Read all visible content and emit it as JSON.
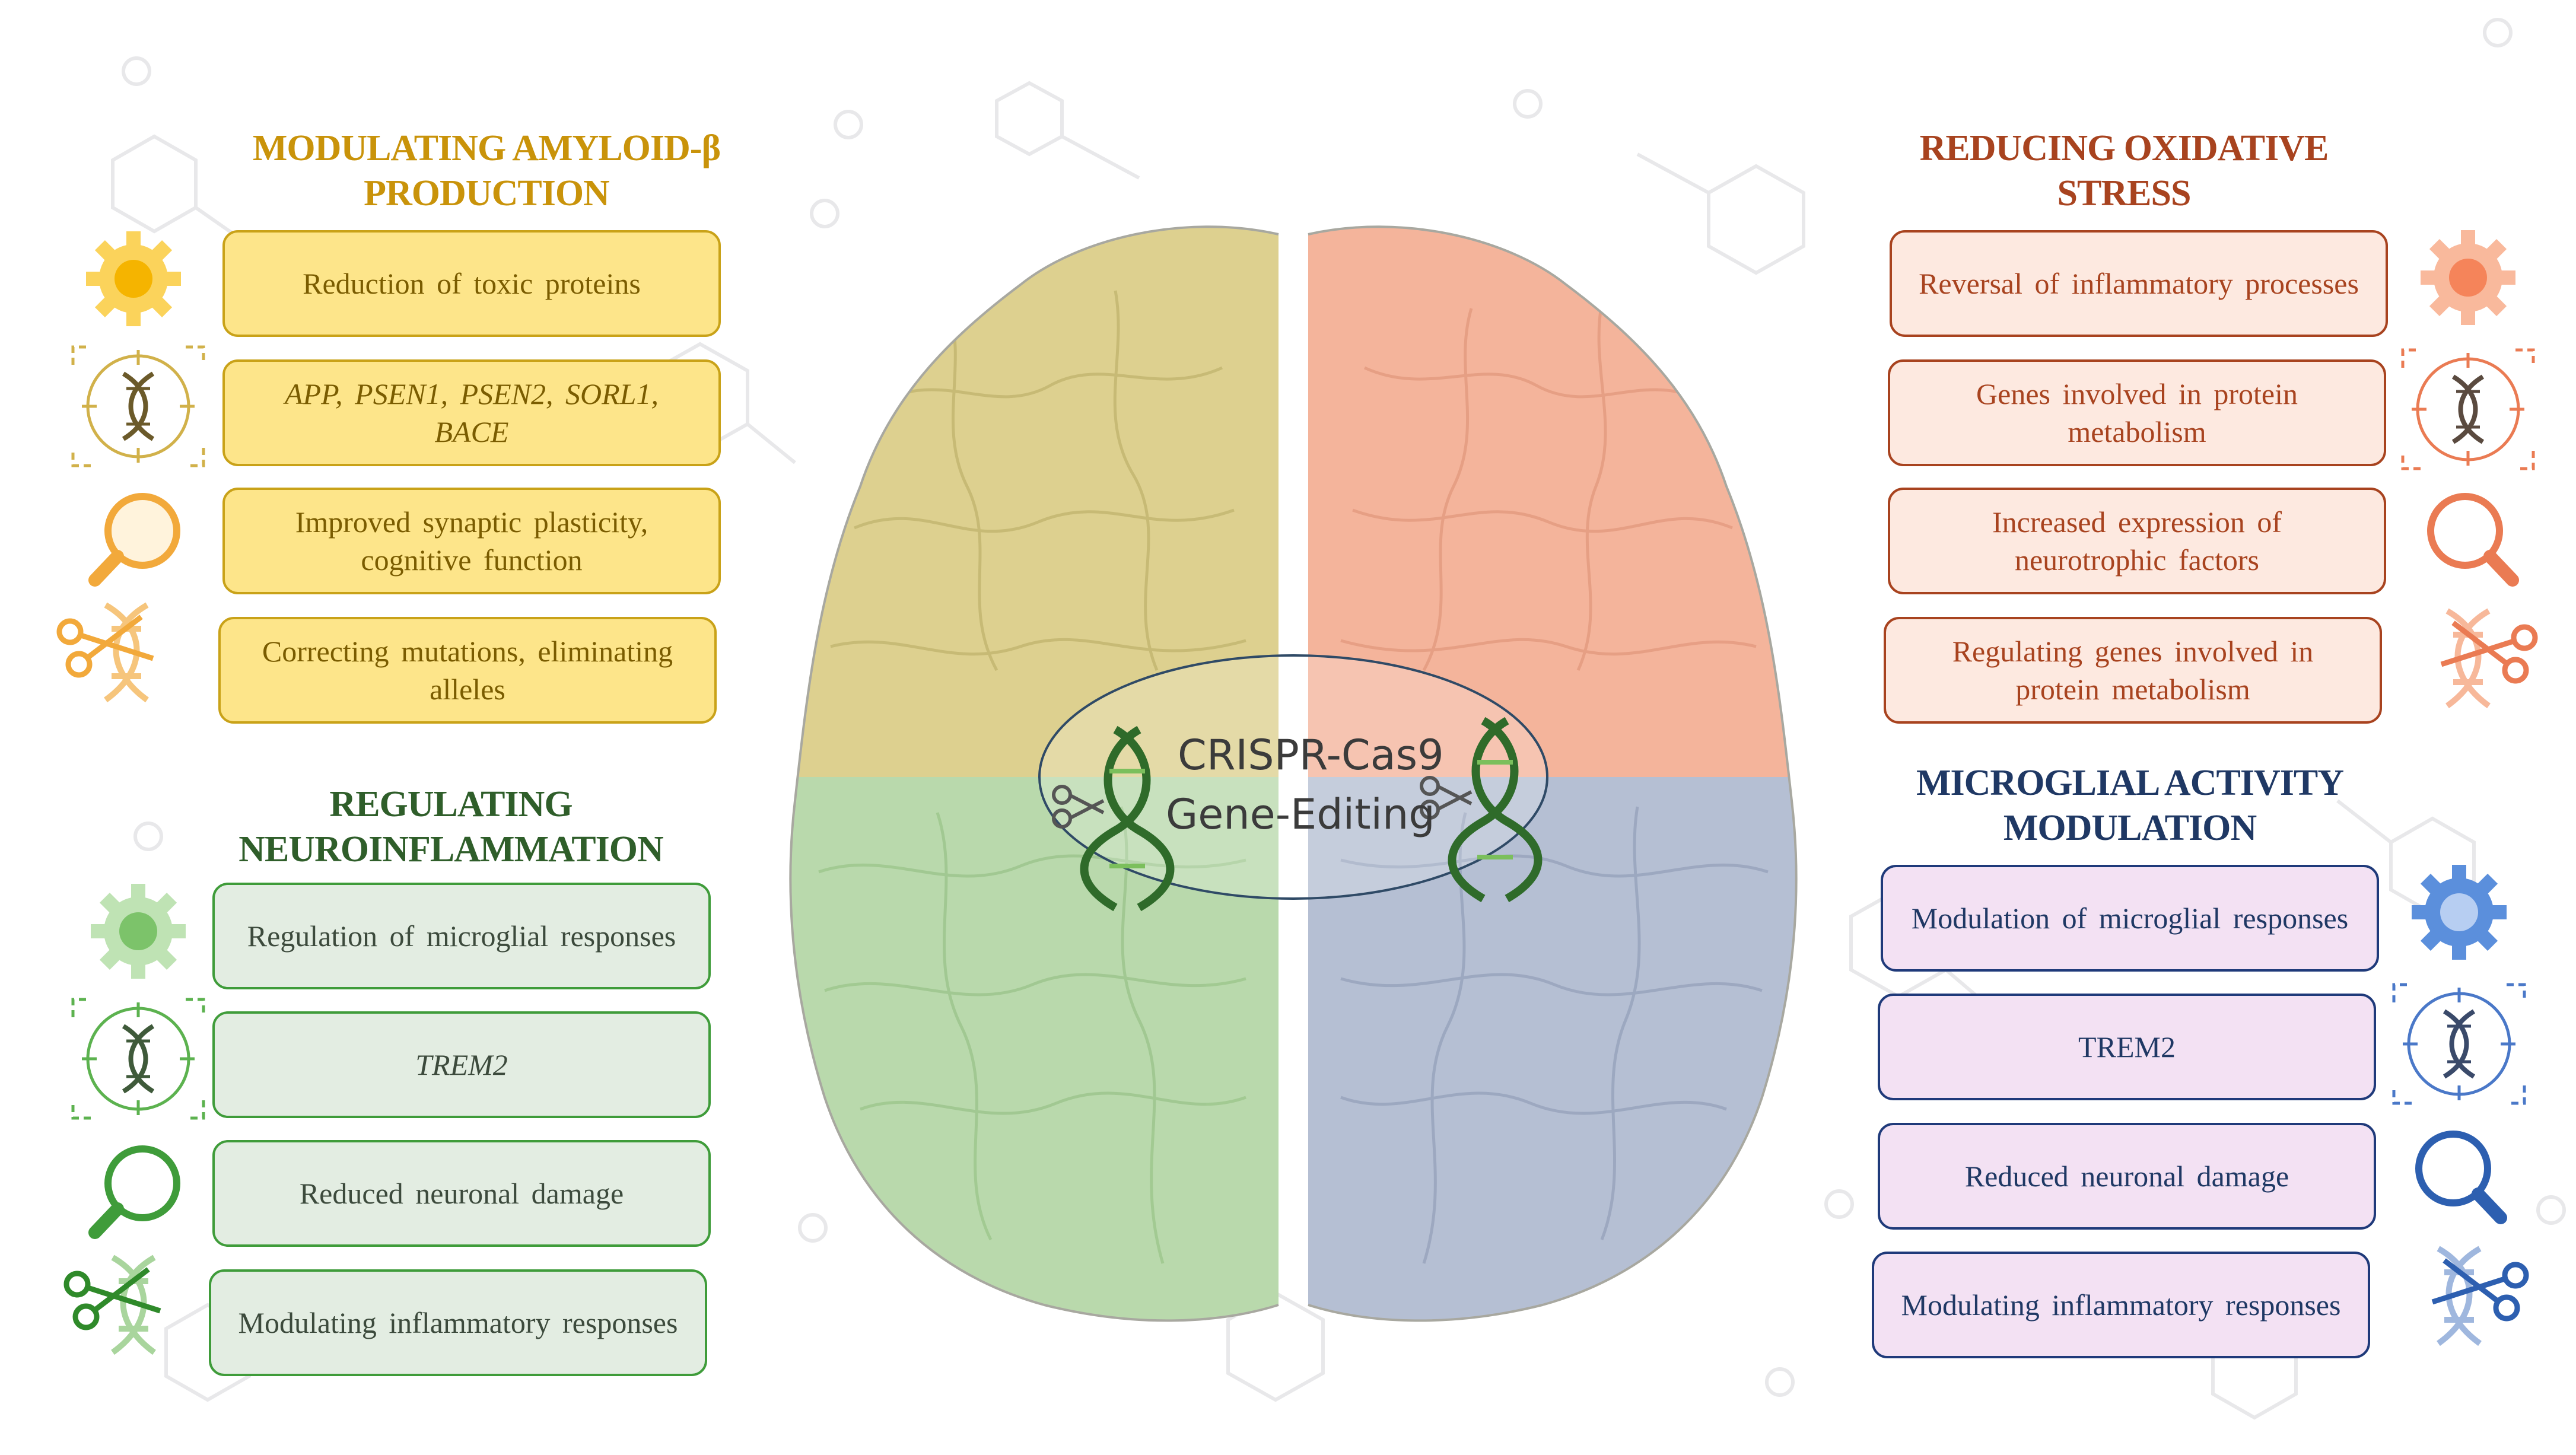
{
  "colors": {
    "yellow_title": "#c9930a",
    "yellow_fill": "#fde58a",
    "yellow_border": "#c9a218",
    "orange_title": "#a8431f",
    "orange_fill": "#fde9e0",
    "orange_border": "#a8431f",
    "green_title": "#2f5e2a",
    "green_fill": "#e3ede2",
    "green_border": "#3f9c3a",
    "blue_title": "#1f3864",
    "blue_fill": "#f3e1f3",
    "blue_border": "#1f3a7a",
    "brain_yellow": "#ddd08f",
    "brain_orange": "#f4b49b",
    "brain_green": "#b9d9ac",
    "brain_blue": "#b5bfd3"
  },
  "center": {
    "line1": "CRISPR-Cas9",
    "line2": "Gene-Editing"
  },
  "panels": {
    "amyloid": {
      "title": "MODULATING AMYLOID-β PRODUCTION",
      "items": [
        "Reduction of toxic proteins",
        "APP, PSEN1, PSEN2, SORL1, BACE",
        "Improved synaptic plasticity, cognitive function",
        "Correcting mutations, eliminating alleles"
      ]
    },
    "oxidative": {
      "title": "REDUCING OXIDATIVE STRESS",
      "items": [
        "Reversal of inflammatory processes",
        "Genes involved in protein metabolism",
        "Increased expression of neurotrophic factors",
        "Regulating genes involved in protein metabolism"
      ]
    },
    "neuroinflammation": {
      "title": "REGULATING NEUROINFLAMMATION",
      "items": [
        "Regulation of microglial responses",
        "TREM2",
        "Reduced neuronal damage",
        "Modulating inflammatory responses"
      ]
    },
    "microglial": {
      "title": "MICROGLIAL ACTIVITY MODULATION",
      "items": [
        "Modulation of microglial responses",
        "TREM2",
        "Reduced neuronal damage",
        "Modulating inflammatory responses"
      ]
    }
  },
  "icons": [
    "gear-icon",
    "dna-target-icon",
    "magnifier-icon",
    "scissors-dna-icon"
  ]
}
